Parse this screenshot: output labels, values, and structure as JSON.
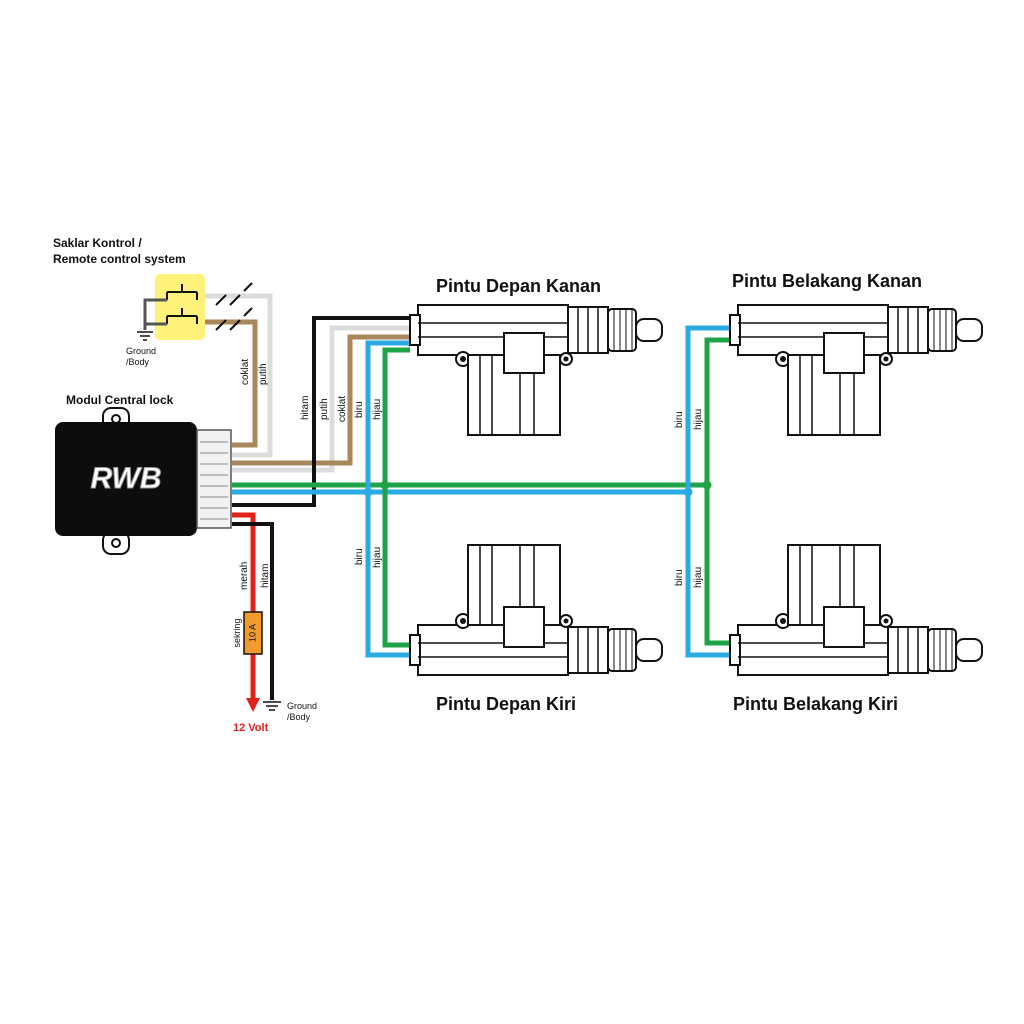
{
  "control_switch": {
    "title_line1": "Saklar Kontrol /",
    "title_line2": "Remote control system",
    "ground_line1": "Ground",
    "ground_line2": "/Body"
  },
  "module": {
    "title": "Modul Central lock",
    "brand": "RWB"
  },
  "doors": {
    "front_right": "Pintu Depan Kanan",
    "rear_right": "Pintu Belakang Kanan",
    "front_left": "Pintu Depan Kiri",
    "rear_left": "Pintu Belakang Kiri"
  },
  "wire_labels": {
    "coklat": "coklat",
    "putih": "putih",
    "hitam": "hitam",
    "biru": "biru",
    "hijau": "hijau",
    "merah": "merah"
  },
  "power": {
    "fuse_label": "sekring",
    "fuse_rating": "10 A",
    "voltage": "12 Volt",
    "ground_line1": "Ground",
    "ground_line2": "/Body"
  },
  "colors": {
    "brown": "#a8875a",
    "white_wire": "#dcdcdc",
    "black": "#111111",
    "blue": "#29aae2",
    "green": "#1fa347",
    "red": "#e2231a",
    "switch_bg": "#fff27a",
    "fuse": "#f39a2c"
  }
}
